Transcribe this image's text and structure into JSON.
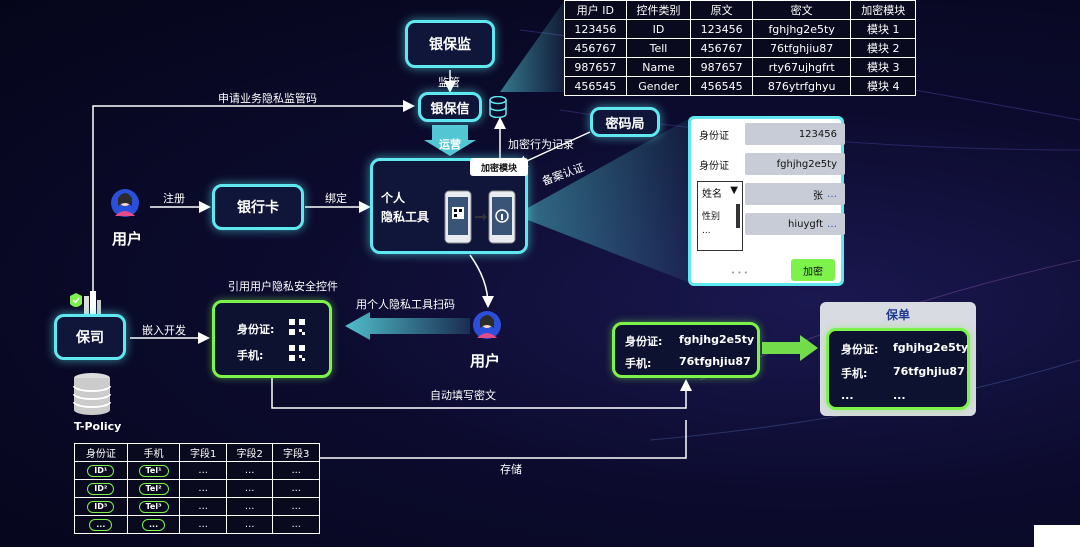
{
  "nodes": {
    "yinbaojian": "银保监",
    "yinbaoxin": "银保信",
    "mimaju": "密码局",
    "bank_card": "银行卡",
    "privacy_tool_line1": "个人",
    "privacy_tool_line2": "隐私工具",
    "encryption_module_tag": "加密模块",
    "baosi": "保司",
    "tpolicy": "T-Policy",
    "user_top": "用户",
    "user_bottom": "用户",
    "policy_title": "保单"
  },
  "labels": {
    "supervise": "监管",
    "operate": "运营",
    "apply_code": "申请业务隐私监管码",
    "register": "注册",
    "bind": "绑定",
    "encrypt_record": "加密行为记录",
    "filing_cert": "备案认证",
    "cite_control": "引用用户隐私安全控件",
    "embed_dev": "嵌入开发",
    "scan_tool": "用个人隐私工具扫码",
    "autofill": "自动填写密文",
    "storage": "存储"
  },
  "top_table": {
    "headers": [
      "用户 ID",
      "控件类别",
      "原文",
      "密文",
      "加密模块"
    ],
    "rows": [
      [
        "123456",
        "ID",
        "123456",
        "fghjhg2e5ty",
        "模块 1"
      ],
      [
        "456767",
        "Tell",
        "456767",
        "76tfghjiu87",
        "模块 2"
      ],
      [
        "987657",
        "Name",
        "987657",
        "rty67ujhgfrt",
        "模块 3"
      ],
      [
        "456545",
        "Gender",
        "456545",
        "876ytrfghyu",
        "模块 4"
      ]
    ]
  },
  "phone_form": {
    "rows": [
      {
        "label": "身份证",
        "value": "123456"
      },
      {
        "label": "身份证",
        "value": "fghjhg2e5ty"
      }
    ],
    "dropdown_selected": "姓名",
    "dropdown_options": [
      "性别",
      "..."
    ],
    "field3_value": "张",
    "field4_value": "hiuygft",
    "encrypt_button": "加密",
    "dots": "• • •"
  },
  "control_box": {
    "id_label": "身份证:",
    "phone_label": "手机:"
  },
  "cipher_box": {
    "id_label": "身份证:",
    "id_value": "fghjhg2e5ty",
    "phone_label": "手机:",
    "phone_value": "76tfghjiu87"
  },
  "policy": {
    "id_label": "身份证:",
    "id_value": "fghjhg2e5ty",
    "phone_label": "手机:",
    "phone_value": "76tfghjiu87",
    "more_label": "...",
    "more_value": "..."
  },
  "bottom_table": {
    "headers": [
      "身份证",
      "手机",
      "字段1",
      "字段2",
      "字段3"
    ],
    "rows": [
      [
        "ID¹",
        "Tel¹",
        "...",
        "...",
        "..."
      ],
      [
        "ID²",
        "Tel²",
        "...",
        "...",
        "..."
      ],
      [
        "ID³",
        "Tel³",
        "...",
        "...",
        "..."
      ],
      [
        "...",
        "...",
        "...",
        "...",
        "..."
      ]
    ]
  },
  "colors": {
    "cyan": "#5fe8f0",
    "green": "#7cf24a",
    "button_green": "#7cf24a"
  }
}
